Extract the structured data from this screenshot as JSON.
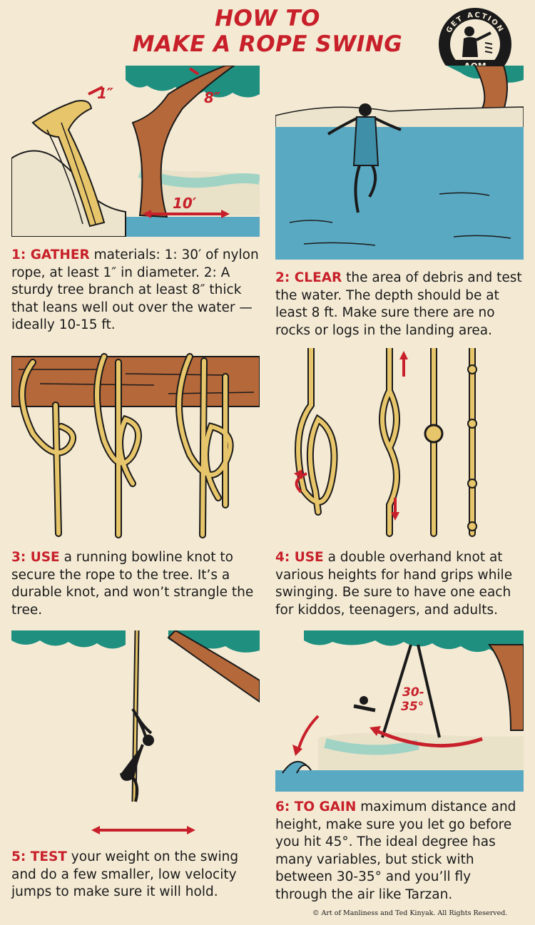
{
  "title": {
    "line1": "HOW TO",
    "line2": "MAKE A ROPE SWING"
  },
  "badge": {
    "top_text": "GET ACTION",
    "bottom_text": "AOM"
  },
  "panels": [
    {
      "labels": {
        "diameter": "1″",
        "thickness": "8″",
        "distance": "10′"
      },
      "heading": "1: GATHER",
      "body": " materials: 1: 30′ of nylon rope, at least 1″ in diameter. 2: A sturdy tree branch at least 8″ thick that leans well out over the water — ideally 10-15 ft."
    },
    {
      "heading": "2: CLEAR",
      "body": " the area of debris and test the water. The depth should be at least 8 ft. Make sure there are no rocks or logs in the landing area."
    },
    {
      "heading": "3: USE",
      "body": " a running bowline knot to secure the rope to the tree. It’s a durable knot, and won’t strangle the tree."
    },
    {
      "heading": "4: USE",
      "body": " a double overhand knot at various heights for hand grips while swinging. Be sure to have one each for kiddos, teenagers, and adults."
    },
    {
      "heading": "5: TEST",
      "body": " your weight on the swing and do a few smaller, low velocity jumps to make sure it will hold."
    },
    {
      "labels": {
        "angle_line1": "30-",
        "angle_line2": "35°"
      },
      "heading": "6: TO GAIN",
      "body": " maximum distance and height, make sure you let go before you hit 45°. The ideal degree has many variables, but stick with between 30-35° and you’ll fly through the air like Tarzan."
    }
  ],
  "copyright": "© Art of Manliness and Ted Kinyak. All Rights Reserved.",
  "colors": {
    "accent_red": "#c8202a",
    "background": "#f4ead4",
    "water": "#5aa9c2",
    "leaf": "#1f8f80",
    "rope": "#e7c56a",
    "bark": "#b5683a"
  }
}
